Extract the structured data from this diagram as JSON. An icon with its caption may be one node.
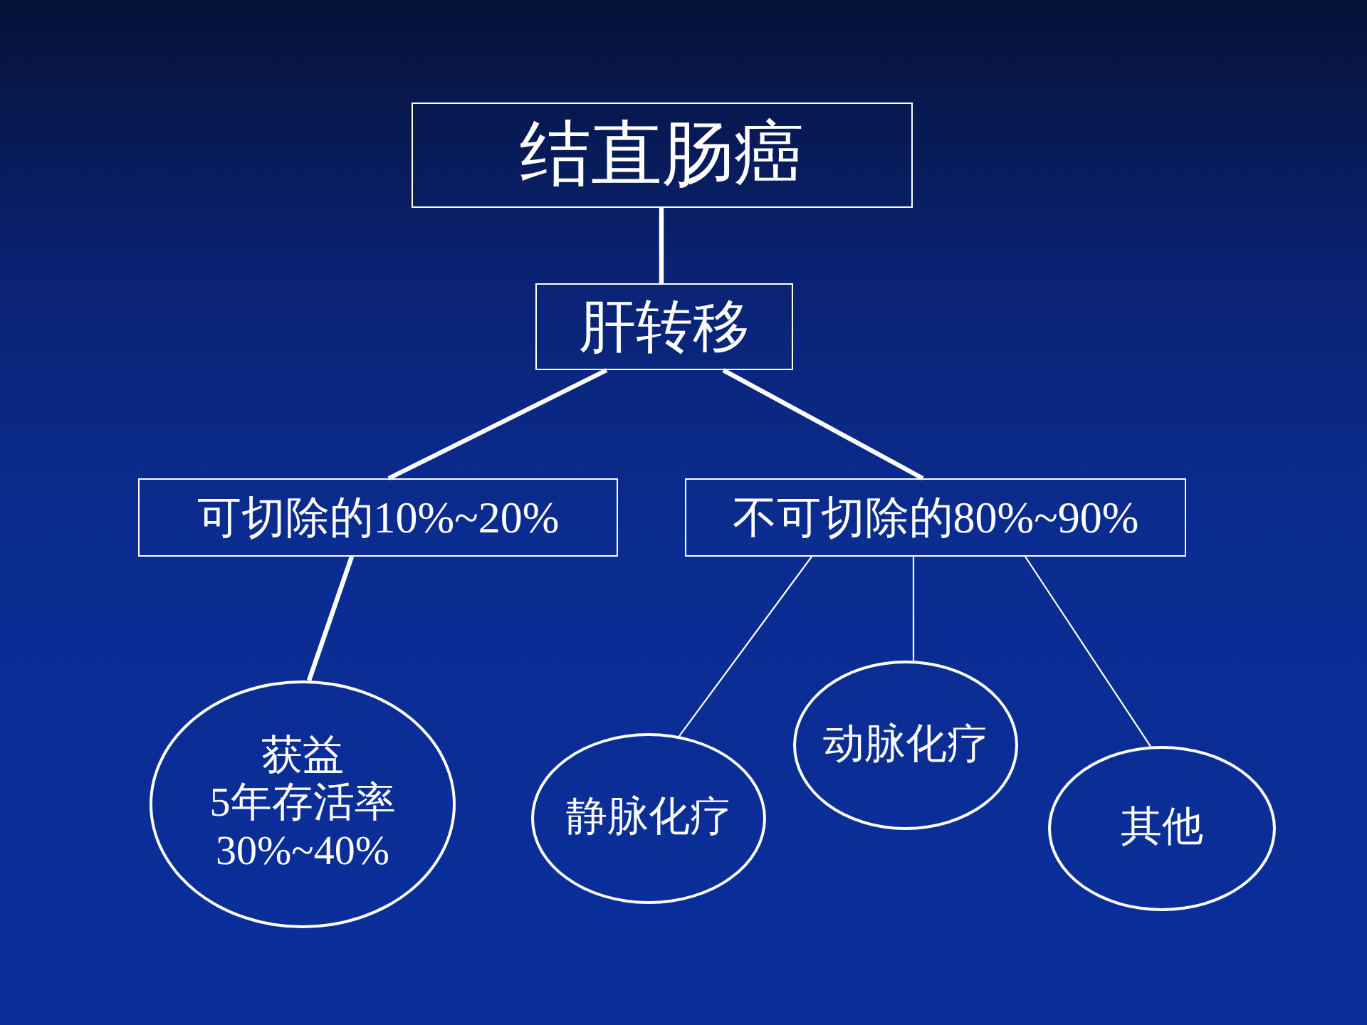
{
  "diagram": {
    "nodes": [
      {
        "text": [
          "结直肠癌"
        ]
      },
      {
        "text": [
          "肝转移"
        ]
      },
      {
        "text": [
          "可切除的10%~20%"
        ]
      },
      {
        "text": [
          "不可切除的80%~90%"
        ]
      },
      {
        "text": [
          "获益",
          "5年存活率",
          "30%~40%"
        ]
      },
      {
        "text": [
          "静脉化疗"
        ]
      },
      {
        "text": [
          "动脉化疗"
        ]
      },
      {
        "text": [
          "其他"
        ]
      }
    ],
    "edges": [
      {
        "from": 0,
        "to": 1,
        "arrow": "none"
      },
      {
        "from": 1,
        "to": 2,
        "arrow": "none"
      },
      {
        "from": 1,
        "to": 3,
        "arrow": "none"
      },
      {
        "from": 2,
        "to": 4,
        "arrow": "none"
      },
      {
        "from": 3,
        "to": 5,
        "arrow": "none"
      },
      {
        "from": 3,
        "to": 6,
        "arrow": "none"
      },
      {
        "from": 3,
        "to": 7,
        "arrow": "none"
      }
    ]
  }
}
